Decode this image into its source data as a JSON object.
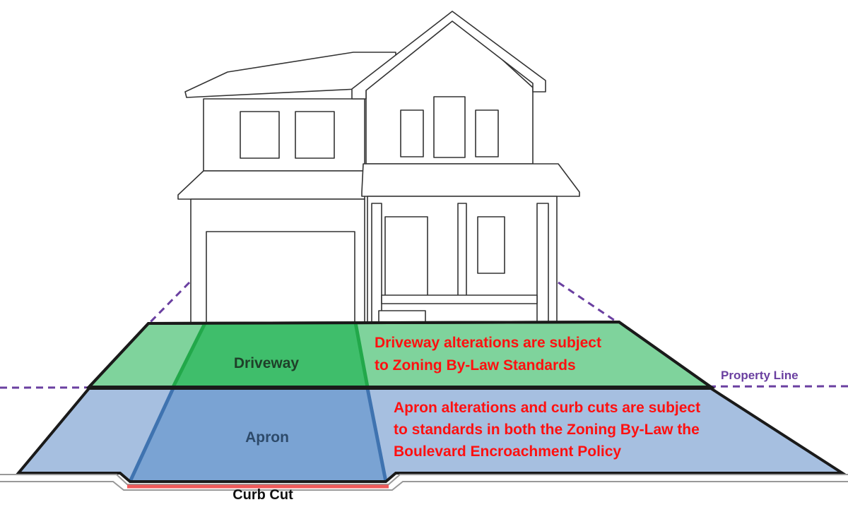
{
  "labels": {
    "driveway": "Driveway",
    "apron": "Apron",
    "curb_cut": "Curb Cut",
    "property_line": "Property Line",
    "driveway_note": [
      "Driveway alterations are subject",
      "to Zoning By-Law Standards"
    ],
    "apron_note": [
      "Apron alterations and curb cuts are subject",
      "to standards in both the Zoning By-Law the",
      "Boulevard Encroachment Policy"
    ]
  },
  "colors": {
    "driveway_light": "#7fd39c",
    "driveway_dark": "#3fbe6b",
    "driveway_line": "#22a84a",
    "apron_light": "#a6bfe0",
    "apron_dark": "#7aa3d3",
    "apron_line": "#3f73b0",
    "note_text": "#ff1010",
    "property_line": "#6a3fa0",
    "curb_cut": "#f05a5a",
    "label_dark": "#1f3f29",
    "apron_label": "#2d4a6a"
  }
}
